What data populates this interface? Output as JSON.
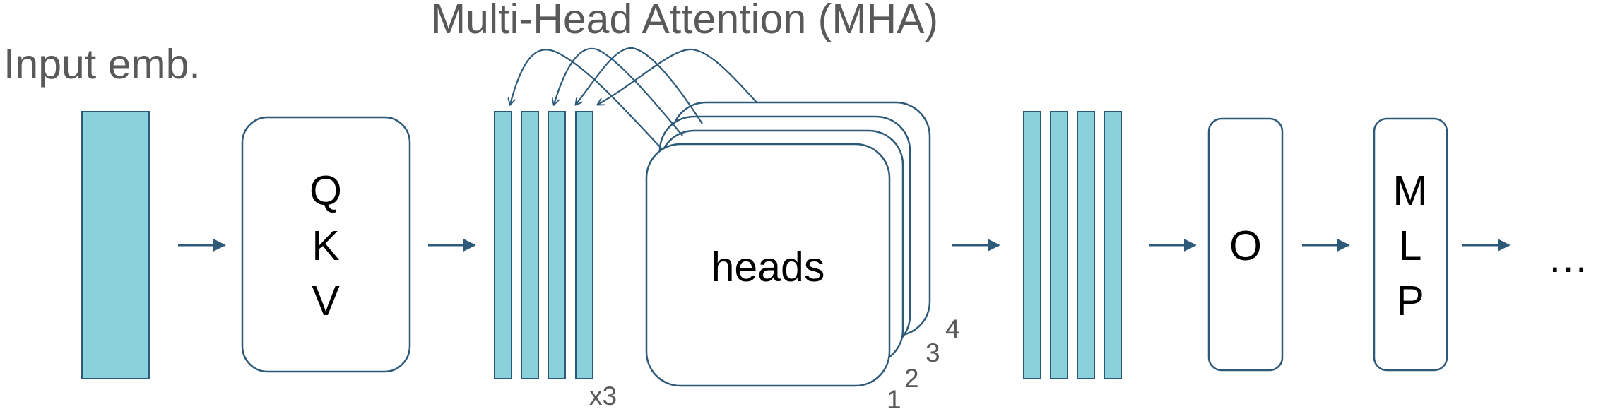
{
  "title": "Multi-Head Attention (MHA)",
  "input_label": "Input emb.",
  "qkv": {
    "q": "Q",
    "k": "K",
    "v": "V"
  },
  "x3_label": "x3",
  "heads_label": "heads",
  "head_numbers": [
    "1",
    "2",
    "3",
    "4"
  ],
  "o_label": "O",
  "mlp": {
    "m": "M",
    "l": "L",
    "p": "P"
  },
  "ellipsis": "…",
  "colors": {
    "bar_fill": "#8ad1db",
    "stroke": "#2e5a7a",
    "label_gray": "#595959"
  }
}
